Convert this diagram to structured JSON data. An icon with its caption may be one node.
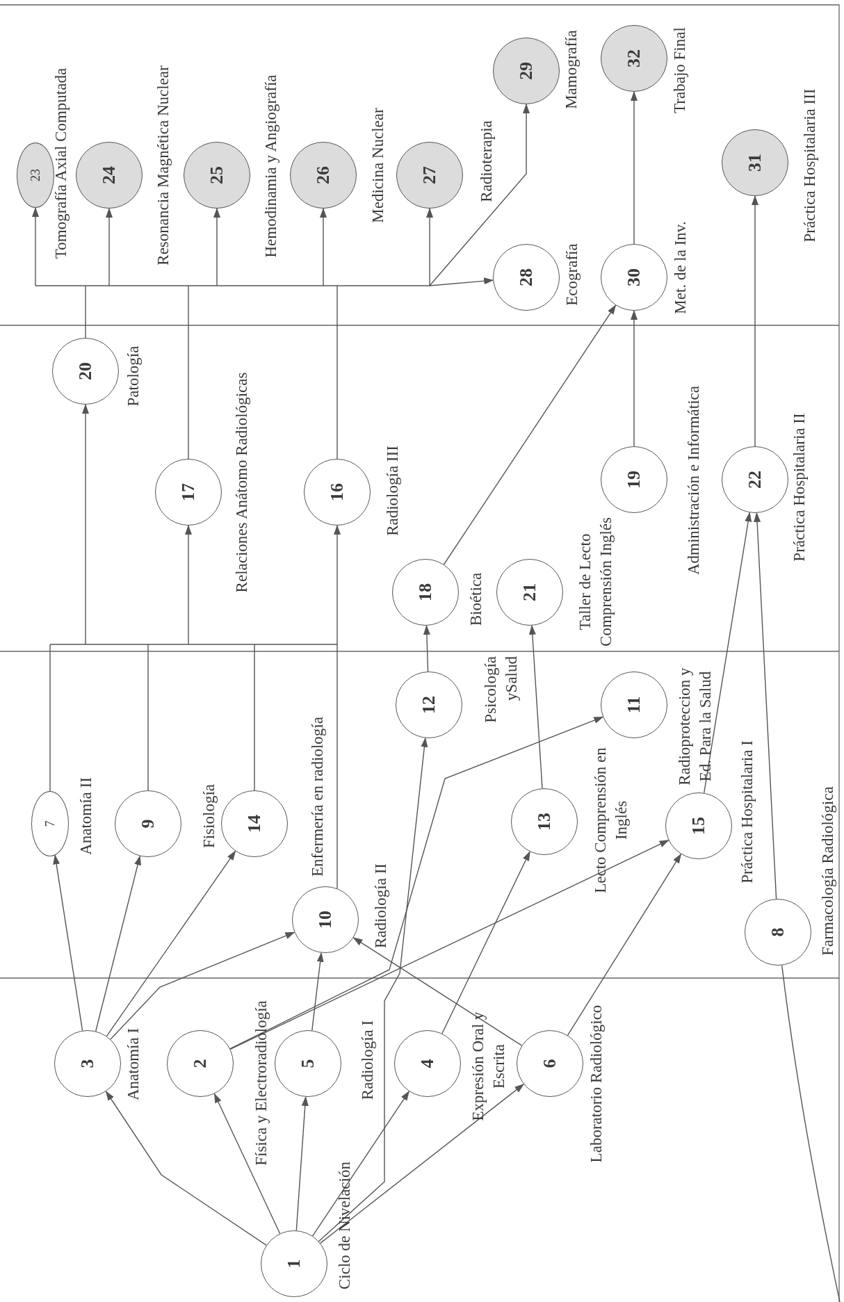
{
  "diagram": {
    "nodes": [
      {
        "text": [
          "1",
          "Ciclo de Nivelación"
        ]
      },
      {
        "text": [
          "2",
          "Física y Electroradiología"
        ]
      },
      {
        "text": [
          "3",
          "Anatomía I"
        ]
      },
      {
        "text": [
          "4",
          "Expresión Oral y Escrita"
        ]
      },
      {
        "text": [
          "5",
          "Radiología I"
        ]
      },
      {
        "text": [
          "6",
          "Laboratorio Radiológico"
        ]
      },
      {
        "text": [
          "7",
          "Anatomía II"
        ]
      },
      {
        "text": [
          "8",
          "Farmacología Radiológica"
        ]
      },
      {
        "text": [
          "9",
          "Fisiología"
        ]
      },
      {
        "text": [
          "10",
          "Radiología II"
        ]
      },
      {
        "text": [
          "11",
          "Radioproteccion y Ed. Para la Salud"
        ]
      },
      {
        "text": [
          "12",
          "Psicología ySalud"
        ]
      },
      {
        "text": [
          "13",
          "Lecto Comprensión en Inglés"
        ]
      },
      {
        "text": [
          "14",
          "Enfermería en radiología"
        ]
      },
      {
        "text": [
          "15",
          "Práctica Hospitalaria I"
        ]
      },
      {
        "text": [
          "16",
          "Radiología III"
        ]
      },
      {
        "text": [
          "17",
          "Relaciones Anátomo Radiológicas"
        ]
      },
      {
        "text": [
          "18",
          "Bioética"
        ]
      },
      {
        "text": [
          "19",
          "Administración e Informática"
        ]
      },
      {
        "text": [
          "20",
          "Patología"
        ]
      },
      {
        "text": [
          "21",
          "Taller de Lecto Comprensión Inglés"
        ]
      },
      {
        "text": [
          "22",
          "Práctica Hospitalaria II"
        ]
      },
      {
        "text": [
          "23",
          "Tomografía Axial Computada"
        ]
      },
      {
        "text": [
          "24",
          "Resonancia Magnética Nuclear"
        ]
      },
      {
        "text": [
          "25",
          "Hemodinamia y Angiografía"
        ]
      },
      {
        "text": [
          "26",
          "Medicina Nuclear"
        ]
      },
      {
        "text": [
          "27",
          "Radioterapia"
        ]
      },
      {
        "text": [
          "28",
          "Ecografía"
        ]
      },
      {
        "text": [
          "29",
          "Mamografía"
        ]
      },
      {
        "text": [
          "30",
          "Met. de la Inv."
        ]
      },
      {
        "text": [
          "31",
          "Práctica Hospitalaria III"
        ]
      },
      {
        "text": [
          "32",
          "Trabajo Final"
        ]
      }
    ],
    "edges": [
      {
        "from": 0,
        "to": 2,
        "arrow": "to"
      },
      {
        "from": 0,
        "to": 1,
        "arrow": "to"
      },
      {
        "from": 0,
        "to": 4,
        "arrow": "to"
      },
      {
        "from": 0,
        "to": 3,
        "arrow": "to"
      },
      {
        "from": 0,
        "to": 5,
        "arrow": "to"
      },
      {
        "from": 0,
        "to": 11,
        "arrow": "to"
      },
      {
        "from": 2,
        "to": 6,
        "arrow": "to"
      },
      {
        "from": 2,
        "to": 8,
        "arrow": "to"
      },
      {
        "from": 2,
        "to": 13,
        "arrow": "to"
      },
      {
        "from": 2,
        "to": 9,
        "arrow": "to"
      },
      {
        "from": 1,
        "to": 10,
        "arrow": "to"
      },
      {
        "from": 1,
        "to": 14,
        "arrow": "to"
      },
      {
        "from": 4,
        "to": 9,
        "arrow": "to"
      },
      {
        "from": 3,
        "to": 12,
        "arrow": "to"
      },
      {
        "from": 5,
        "to": 9,
        "arrow": "to"
      },
      {
        "from": 5,
        "to": 14,
        "arrow": "to"
      },
      {
        "from": 11,
        "to": 17,
        "arrow": "to"
      },
      {
        "from": 12,
        "to": 20,
        "arrow": "to"
      },
      {
        "from": 14,
        "to": 21,
        "arrow": "to"
      },
      {
        "from": 7,
        "to": 21,
        "arrow": "to"
      },
      {
        "from": 6,
        "to": 19,
        "arrow": "to"
      },
      {
        "from": 6,
        "to": 16,
        "arrow": "to"
      },
      {
        "from": 6,
        "to": 15,
        "arrow": "to"
      },
      {
        "from": 8,
        "to": 19,
        "arrow": "to"
      },
      {
        "from": 8,
        "to": 16,
        "arrow": "to"
      },
      {
        "from": 8,
        "to": 15,
        "arrow": "to"
      },
      {
        "from": 13,
        "to": 19,
        "arrow": "to"
      },
      {
        "from": 13,
        "to": 16,
        "arrow": "to"
      },
      {
        "from": 13,
        "to": 15,
        "arrow": "to"
      },
      {
        "from": 9,
        "to": 19,
        "arrow": "to"
      },
      {
        "from": 9,
        "to": 16,
        "arrow": "to"
      },
      {
        "from": 9,
        "to": 15,
        "arrow": "to"
      },
      {
        "from": 19,
        "to": 22,
        "arrow": "to"
      },
      {
        "from": 19,
        "to": 23,
        "arrow": "to"
      },
      {
        "from": 19,
        "to": 24,
        "arrow": "to"
      },
      {
        "from": 19,
        "to": 25,
        "arrow": "to"
      },
      {
        "from": 19,
        "to": 26,
        "arrow": "to"
      },
      {
        "from": 19,
        "to": 27,
        "arrow": "to"
      },
      {
        "from": 19,
        "to": 28,
        "arrow": "to"
      },
      {
        "from": 16,
        "to": 22,
        "arrow": "to"
      },
      {
        "from": 16,
        "to": 23,
        "arrow": "to"
      },
      {
        "from": 16,
        "to": 24,
        "arrow": "to"
      },
      {
        "from": 16,
        "to": 25,
        "arrow": "to"
      },
      {
        "from": 16,
        "to": 26,
        "arrow": "to"
      },
      {
        "from": 16,
        "to": 27,
        "arrow": "to"
      },
      {
        "from": 16,
        "to": 28,
        "arrow": "to"
      },
      {
        "from": 15,
        "to": 22,
        "arrow": "to"
      },
      {
        "from": 15,
        "to": 23,
        "arrow": "to"
      },
      {
        "from": 15,
        "to": 24,
        "arrow": "to"
      },
      {
        "from": 15,
        "to": 25,
        "arrow": "to"
      },
      {
        "from": 15,
        "to": 26,
        "arrow": "to"
      },
      {
        "from": 15,
        "to": 27,
        "arrow": "to"
      },
      {
        "from": 15,
        "to": 28,
        "arrow": "to"
      },
      {
        "from": 17,
        "to": 29,
        "arrow": "to"
      },
      {
        "from": 18,
        "to": 29,
        "arrow": "to"
      },
      {
        "from": 29,
        "to": 31,
        "arrow": "to"
      },
      {
        "from": 21,
        "to": 30,
        "arrow": "to"
      },
      {
        "from": 7,
        "to": null,
        "arrow": "none"
      }
    ]
  }
}
